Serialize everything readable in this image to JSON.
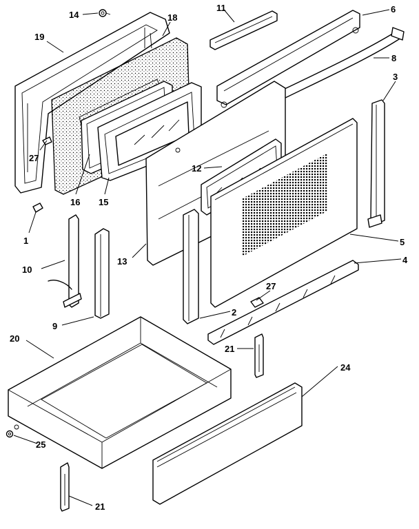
{
  "callouts": [
    {
      "id": "c14",
      "text": "14"
    },
    {
      "id": "c18",
      "text": "18"
    },
    {
      "id": "c11",
      "text": "11"
    },
    {
      "id": "c6",
      "text": "6"
    },
    {
      "id": "c19",
      "text": "19"
    },
    {
      "id": "c8",
      "text": "8"
    },
    {
      "id": "c3",
      "text": "3"
    },
    {
      "id": "c27a",
      "text": "27"
    },
    {
      "id": "c16",
      "text": "16"
    },
    {
      "id": "c15",
      "text": "15"
    },
    {
      "id": "c12",
      "text": "12"
    },
    {
      "id": "c1",
      "text": "1"
    },
    {
      "id": "c5",
      "text": "5"
    },
    {
      "id": "c10",
      "text": "10"
    },
    {
      "id": "c13",
      "text": "13"
    },
    {
      "id": "c4",
      "text": "4"
    },
    {
      "id": "c27b",
      "text": "27"
    },
    {
      "id": "c2",
      "text": "2"
    },
    {
      "id": "c9",
      "text": "9"
    },
    {
      "id": "c20",
      "text": "20"
    },
    {
      "id": "c21a",
      "text": "21"
    },
    {
      "id": "c24",
      "text": "24"
    },
    {
      "id": "c25",
      "text": "25"
    },
    {
      "id": "c21b",
      "text": "21"
    }
  ]
}
